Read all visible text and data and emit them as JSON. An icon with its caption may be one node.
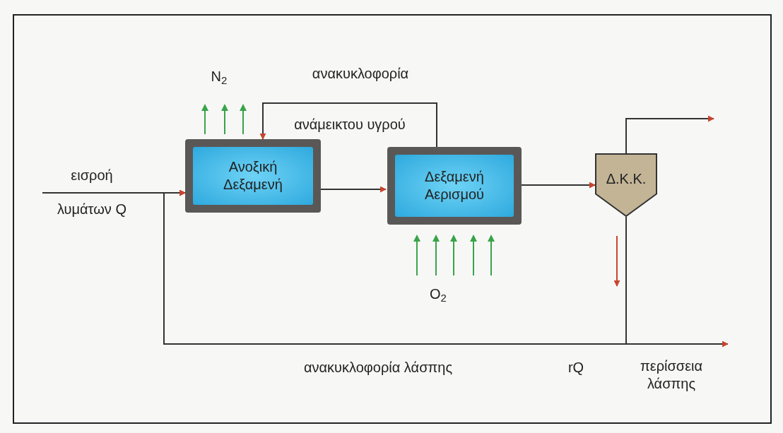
{
  "diagram": {
    "nodes": [
      {
        "text": [
          "Ανοξική Δεξαμενή"
        ]
      },
      {
        "text": [
          "Δεξαμενή Αερισμού"
        ]
      },
      {
        "text": [
          "Δ.Κ.Κ."
        ]
      }
    ],
    "edges": [
      {
        "from": null,
        "to": 0,
        "arrow": "to"
      },
      {
        "from": 0,
        "to": 1,
        "arrow": "to"
      },
      {
        "from": 1,
        "to": 2,
        "arrow": "to"
      },
      {
        "from": 1,
        "to": 0,
        "arrow": "to"
      },
      {
        "from": 2,
        "to": null,
        "arrow": "to"
      },
      {
        "from": 2,
        "to": 0,
        "arrow": "to"
      },
      {
        "from": 2,
        "to": null,
        "arrow": "to"
      }
    ],
    "labels": [
      "N$_{2}$",
      "ανακυκλοφορία",
      "ανάμεικτου υγρού",
      "εισροή",
      "λυμάτων Q",
      "O$_{2}$",
      "ανακυκλοφορία λάσπης",
      "rQ",
      "περίσσεια λάσπης"
    ]
  }
}
